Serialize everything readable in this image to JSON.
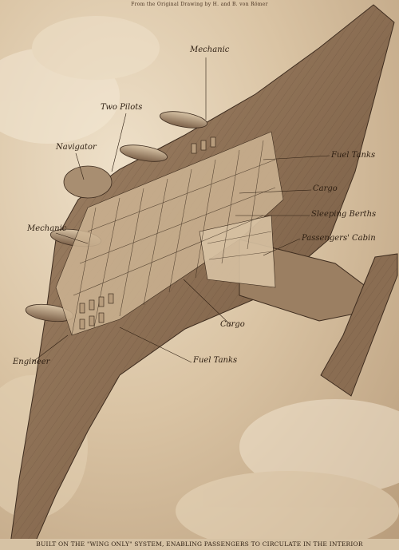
{
  "credit": "From the Original Drawing by H. and B. von Römer",
  "labels": {
    "mechanic_top": "Mechanic",
    "two_pilots": "Two Pilots",
    "navigator": "Navigator",
    "fuel_tanks_right": "Fuel Tanks",
    "cargo_right": "Cargo",
    "sleeping_berths": "Sleeping Berths",
    "passengers_cabin": "Passengers' Cabin",
    "mechanic_left": "Mechanic",
    "cargo_bottom": "Cargo",
    "fuel_tanks_bottom": "Fuel Tanks",
    "engineer": "Engineer"
  },
  "caption": "BUILT ON THE \"WING ONLY\" SYSTEM, ENABLING PASSENGERS TO CIRCULATE IN THE INTERIOR",
  "colors": {
    "paper": "#e6d4ba",
    "ink": "#2e1f12",
    "wing": "#8a6d52"
  }
}
